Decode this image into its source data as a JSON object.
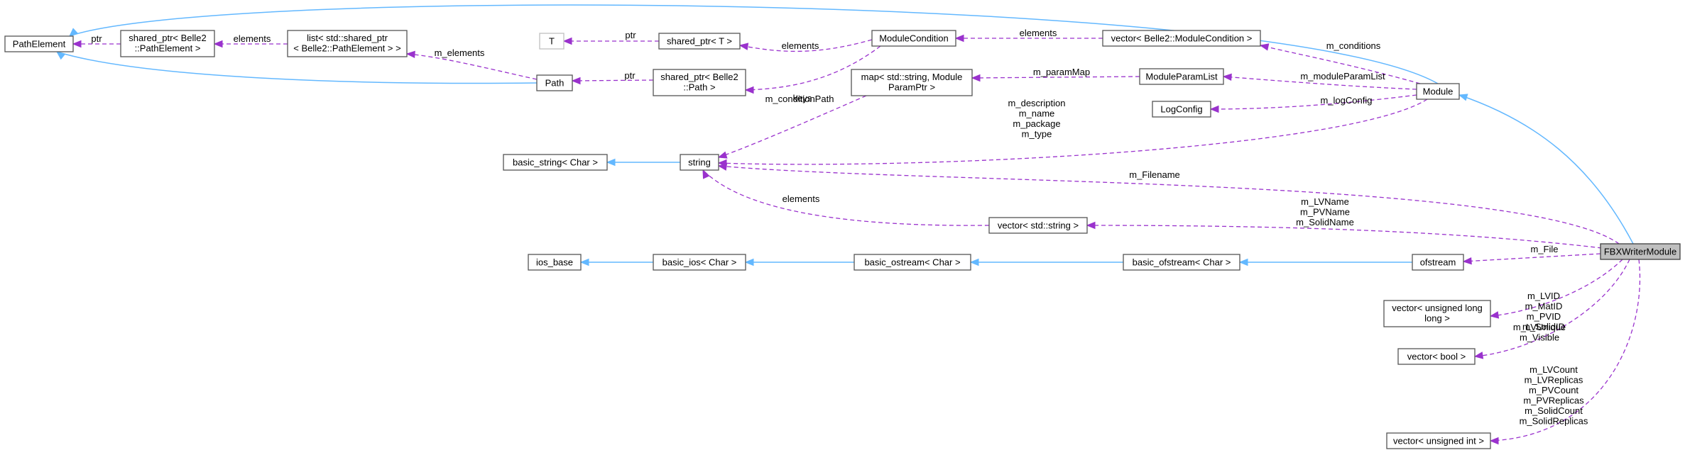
{
  "nodes": {
    "PathElement": [
      "PathElement"
    ],
    "sp_pathelement": [
      "shared_ptr< Belle2",
      "::PathElement >"
    ],
    "list_sp": [
      "list< std::shared_ptr",
      "< Belle2::PathElement > >"
    ],
    "T": [
      "T"
    ],
    "sp_T": [
      "shared_ptr< T >"
    ],
    "Path": [
      "Path"
    ],
    "sp_path": [
      "shared_ptr< Belle2",
      "::Path >"
    ],
    "ModuleCondition": [
      "ModuleCondition"
    ],
    "vec_mc": [
      "vector< Belle2::ModuleCondition >"
    ],
    "map": [
      "map< std::string, Module",
      "ParamPtr >"
    ],
    "ModuleParamList": [
      "ModuleParamList"
    ],
    "LogConfig": [
      "LogConfig"
    ],
    "Module": [
      "Module"
    ],
    "basic_string": [
      "basic_string< Char >"
    ],
    "string": [
      "string"
    ],
    "vec_string": [
      "vector< std::string >"
    ],
    "ios_base": [
      "ios_base"
    ],
    "basic_ios": [
      "basic_ios< Char >"
    ],
    "basic_ostream": [
      "basic_ostream< Char >"
    ],
    "basic_ofstream": [
      "basic_ofstream< Char >"
    ],
    "ofstream": [
      "ofstream"
    ],
    "FBXWriterModule": [
      "FBXWriterModule"
    ],
    "vec_ull": [
      "vector< unsigned long",
      "long >"
    ],
    "vec_bool": [
      "vector< bool >"
    ],
    "vec_uint": [
      "vector< unsigned int >"
    ]
  },
  "edge_labels": {
    "ptr_pe": [
      "ptr"
    ],
    "elements_list": [
      "elements"
    ],
    "m_elements": [
      "m_elements"
    ],
    "ptr_path": [
      "ptr"
    ],
    "ptr_T": [
      "ptr"
    ],
    "elements_spT": [
      "elements"
    ],
    "m_conditionPath": [
      "m_conditionPath"
    ],
    "elements_mc": [
      "elements"
    ],
    "m_conditions": [
      "m_conditions"
    ],
    "keys": [
      "keys"
    ],
    "m_paramMap": [
      "m_paramMap"
    ],
    "m_moduleParamList": [
      "m_moduleParamList"
    ],
    "m_logConfig": [
      "m_logConfig"
    ],
    "module_strings": [
      "m_description",
      "m_name",
      "m_package",
      "m_type"
    ],
    "m_Filename": [
      "m_Filename"
    ],
    "elements_vs": [
      "elements"
    ],
    "names": [
      "m_LVName",
      "m_PVName",
      "m_SolidName"
    ],
    "m_File": [
      "m_File"
    ],
    "ids": [
      "m_LVID",
      "m_MatID",
      "m_PVID",
      "m_SolidID"
    ],
    "flags": [
      "m_LVUnique",
      "m_Visible"
    ],
    "counts": [
      "m_LVCount",
      "m_LVReplicas",
      "m_PVCount",
      "m_PVReplicas",
      "m_SolidCount",
      "m_SolidReplicas"
    ]
  },
  "colors": {
    "inheritance": "#63b8ff",
    "usage": "#9a32cd",
    "focus_fill": "#bfbfbf"
  }
}
